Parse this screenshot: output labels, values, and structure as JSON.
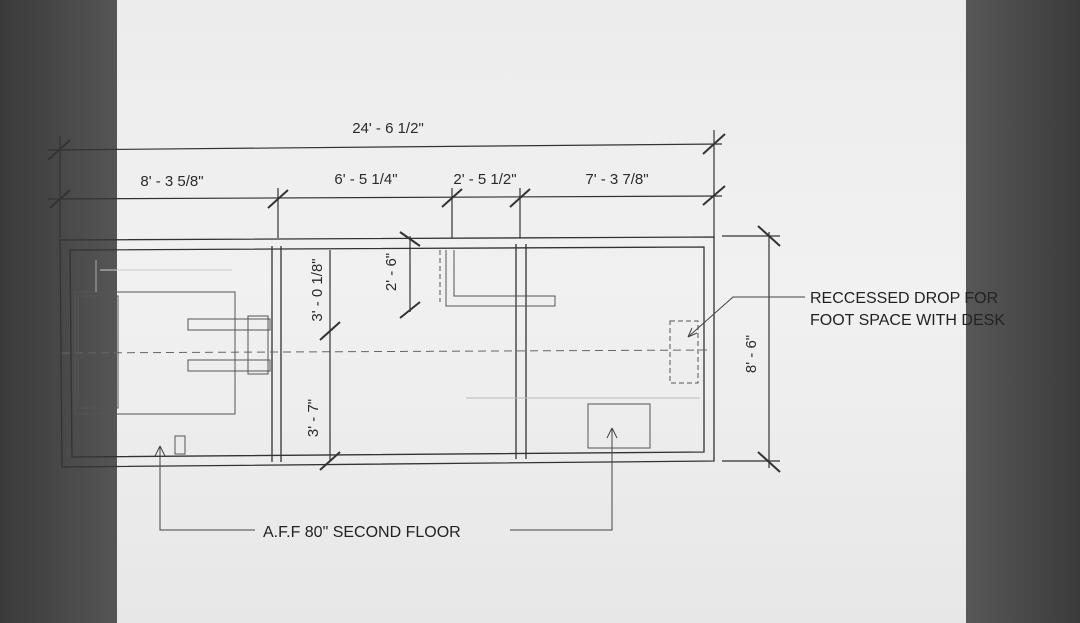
{
  "overall_dimension": "24' - 6 1/2\"",
  "segment_dimensions": {
    "seg1": "8' - 3 5/8\"",
    "seg2": "6' - 5 1/4\"",
    "seg3": "2' - 5 1/2\"",
    "seg4": "7' - 3 7/8\""
  },
  "width_dimension": "8' - 6\"",
  "interior_dimensions": {
    "upper_left": "3' - 0 1/8\"",
    "lower_left": "3' - 7\"",
    "small": "2' - 6\""
  },
  "notes": {
    "recessed_line1": "RECCESSED DROP FOR",
    "recessed_line2": "FOOT SPACE WITH DESK",
    "second_floor": "A.F.F 80\" SECOND FLOOR"
  }
}
